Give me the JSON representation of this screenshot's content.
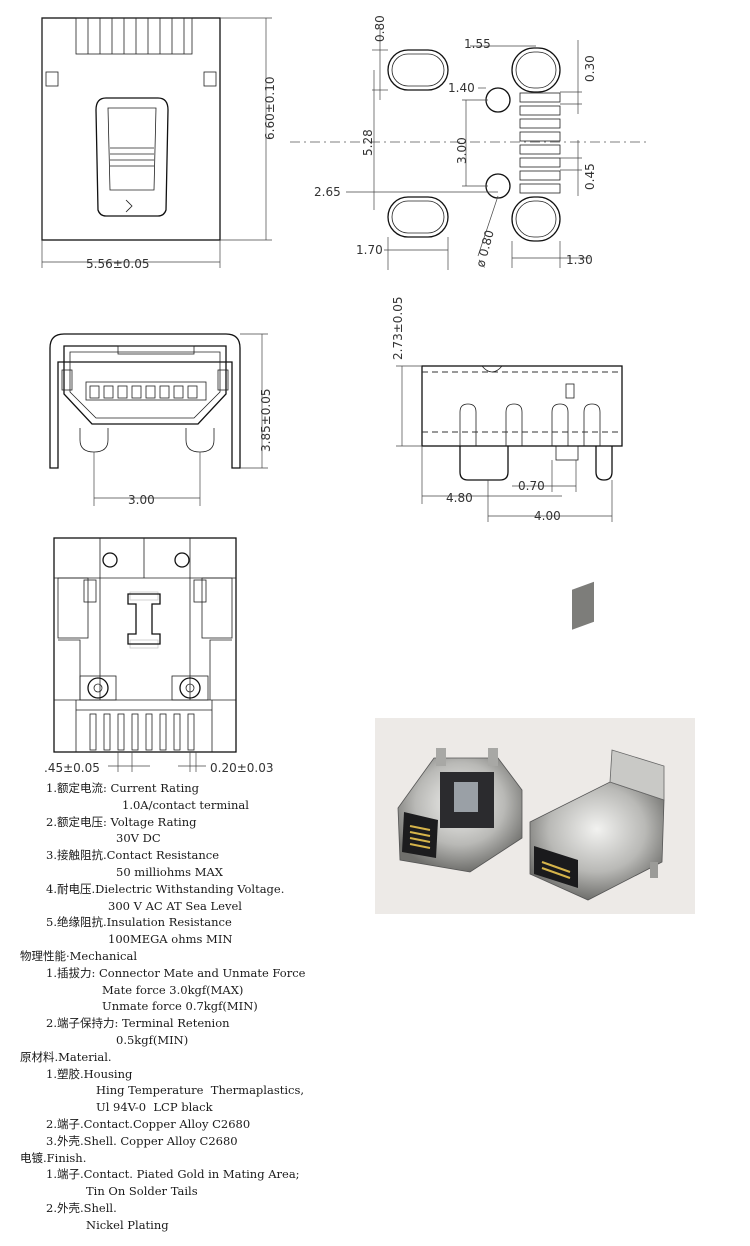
{
  "dimensions": {
    "top_view": {
      "height": "6.60±0.10",
      "width": "5.56±0.05"
    },
    "footprint": {
      "pad_height": "0.80",
      "pad_pitch": "1.55",
      "pitch": "0.30",
      "post_hole": "1.40",
      "pad_span": "5.28",
      "post_spacing": "3.00",
      "pad_offset": "2.65",
      "pad_width_left": "1.70",
      "hole_dia": "ø 0.80",
      "pad_width_right": "1.30",
      "pin_width": "0.45"
    },
    "front_view": {
      "height": "3.85±0.05",
      "post_spacing": "3.00"
    },
    "side_view": {
      "height": "2.73±0.05",
      "offset": "4.80",
      "pin_offset": "0.70",
      "length": "4.00"
    },
    "bottom_view": {
      "pitch": ".45±0.05",
      "pin_width": "0.20±0.03"
    }
  },
  "specs": [
    {
      "text": "1.额定电流: Current Rating",
      "indent": 46
    },
    {
      "text": "1.0A/contact terminal",
      "indent": 122
    },
    {
      "text": "2.额定电压: Voltage Rating",
      "indent": 46
    },
    {
      "text": "30V DC",
      "indent": 116
    },
    {
      "text": "3.接触阻抗.Contact Resistance",
      "indent": 46
    },
    {
      "text": "50 milliohms MAX",
      "indent": 116
    },
    {
      "text": "4.耐电压.Dielectric Withstanding Voltage.",
      "indent": 46
    },
    {
      "text": "300 V AC AT Sea Level",
      "indent": 108
    },
    {
      "text": "5.绝缘阻抗.Insulation Resistance",
      "indent": 46
    },
    {
      "text": "100MEGA ohms MIN",
      "indent": 108
    },
    {
      "text": "物理性能·Mechanical",
      "indent": 20
    },
    {
      "text": "1.插拔力: Connector Mate and Unmate Force",
      "indent": 46
    },
    {
      "text": "Mate force 3.0kgf(MAX)",
      "indent": 102
    },
    {
      "text": "Unmate force 0.7kgf(MIN)",
      "indent": 102
    },
    {
      "text": "2.端子保持力: Terminal Retenion",
      "indent": 46
    },
    {
      "text": "0.5kgf(MIN)",
      "indent": 116
    },
    {
      "text": "原材料.Material.",
      "indent": 20
    },
    {
      "text": "1.塑胶.Housing",
      "indent": 46
    },
    {
      "text": "Hing Temperature  Thermaplastics,",
      "indent": 96
    },
    {
      "text": "Ul 94V-0  LCP black",
      "indent": 96
    },
    {
      "text": "2.端子.Contact.Copper Alloy C2680",
      "indent": 46
    },
    {
      "text": "3.外壳.Shell. Copper Alloy C2680",
      "indent": 46
    },
    {
      "text": "电镀.Finish.",
      "indent": 20
    },
    {
      "text": "1.端子.Contact. Piated Gold in Mating Area;",
      "indent": 46
    },
    {
      "text": "Tin On Solder Tails",
      "indent": 86
    },
    {
      "text": "2.外壳.Shell.",
      "indent": 46
    },
    {
      "text": "Nickel Plating",
      "indent": 86
    }
  ]
}
